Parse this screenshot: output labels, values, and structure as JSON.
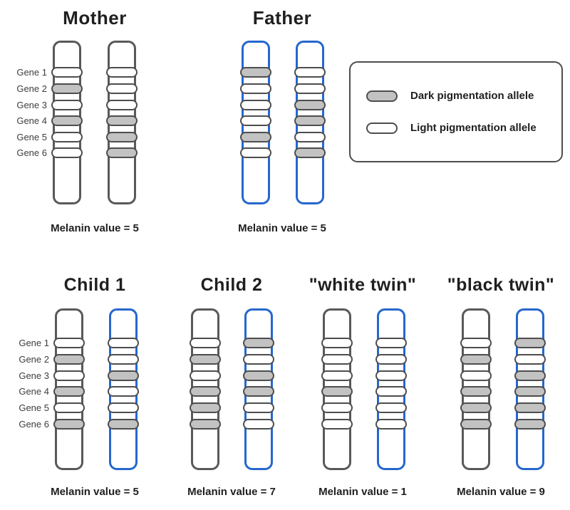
{
  "colors": {
    "maternal_outline": "#58595b",
    "paternal_outline": "#2567cd",
    "allele_stroke": "#4d4d4d",
    "dark_allele_fill": "#c2c2c2",
    "light_allele_fill": "#ffffff",
    "title_color": "#1f1f1f",
    "gene_label_color": "#3d3d3d"
  },
  "legend": {
    "items": [
      {
        "key": "dark",
        "label": "Dark pigmentation allele"
      },
      {
        "key": "light",
        "label": "Light pigmentation allele"
      }
    ]
  },
  "gene_labels": [
    "Gene 1",
    "Gene 2",
    "Gene 3",
    "Gene 4",
    "Gene 5",
    "Gene 6"
  ],
  "individuals": [
    {
      "name": "Mother",
      "melanin_label": "Melanin value = 5",
      "melanin_value": 5,
      "show_gene_labels": true,
      "chromosomes": [
        {
          "outline": "maternal",
          "alleles": [
            "light",
            "dark",
            "light",
            "dark",
            "light",
            "light"
          ]
        },
        {
          "outline": "maternal",
          "alleles": [
            "light",
            "light",
            "light",
            "dark",
            "dark",
            "dark"
          ]
        }
      ]
    },
    {
      "name": "Father",
      "melanin_label": "Melanin value = 5",
      "melanin_value": 5,
      "show_gene_labels": false,
      "chromosomes": [
        {
          "outline": "paternal",
          "alleles": [
            "dark",
            "light",
            "light",
            "light",
            "dark",
            "light"
          ]
        },
        {
          "outline": "paternal",
          "alleles": [
            "light",
            "light",
            "dark",
            "dark",
            "light",
            "dark"
          ]
        }
      ]
    },
    {
      "name": "Child 1",
      "melanin_label": "Melanin value = 5",
      "melanin_value": 5,
      "show_gene_labels": true,
      "chromosomes": [
        {
          "outline": "maternal",
          "alleles": [
            "light",
            "dark",
            "light",
            "dark",
            "light",
            "dark"
          ]
        },
        {
          "outline": "paternal",
          "alleles": [
            "light",
            "light",
            "dark",
            "light",
            "light",
            "dark"
          ]
        }
      ]
    },
    {
      "name": "Child 2",
      "melanin_label": "Melanin value = 7",
      "melanin_value": 7,
      "show_gene_labels": false,
      "chromosomes": [
        {
          "outline": "maternal",
          "alleles": [
            "light",
            "dark",
            "light",
            "dark",
            "dark",
            "dark"
          ]
        },
        {
          "outline": "paternal",
          "alleles": [
            "dark",
            "light",
            "dark",
            "dark",
            "light",
            "light"
          ]
        }
      ]
    },
    {
      "name": "\"white twin\"",
      "melanin_label": "Melanin value = 1",
      "melanin_value": 1,
      "show_gene_labels": false,
      "chromosomes": [
        {
          "outline": "maternal",
          "alleles": [
            "light",
            "light",
            "light",
            "dark",
            "light",
            "light"
          ]
        },
        {
          "outline": "paternal",
          "alleles": [
            "light",
            "light",
            "light",
            "light",
            "light",
            "light"
          ]
        }
      ]
    },
    {
      "name": "\"black twin\"",
      "melanin_label": "Melanin value = 9",
      "melanin_value": 9,
      "show_gene_labels": false,
      "chromosomes": [
        {
          "outline": "maternal",
          "alleles": [
            "light",
            "dark",
            "light",
            "dark",
            "dark",
            "dark"
          ]
        },
        {
          "outline": "paternal",
          "alleles": [
            "dark",
            "light",
            "dark",
            "dark",
            "dark",
            "dark"
          ]
        }
      ]
    }
  ]
}
